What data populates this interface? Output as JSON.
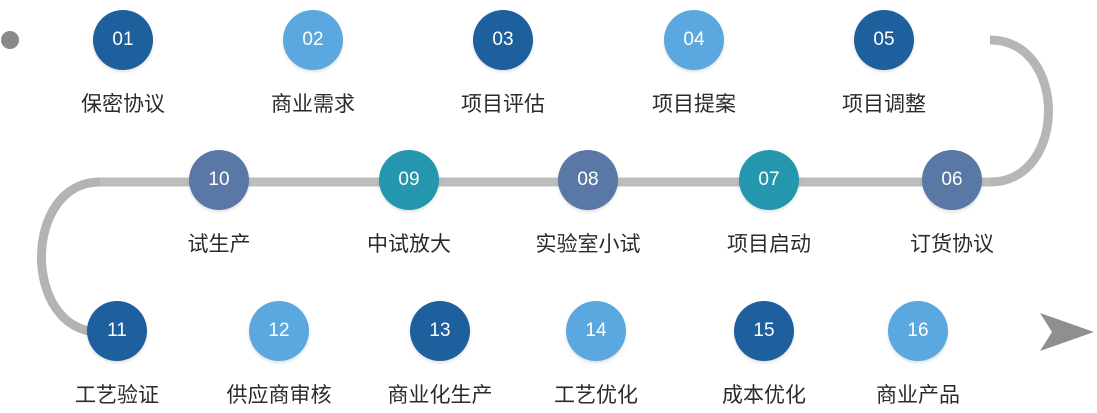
{
  "colors": {
    "line": "#b3b3b3",
    "line_dark": "#8a8a8a",
    "dark_blue": "#1e5f9e",
    "light_blue": "#5aa8df",
    "steel_blue": "#5a78a5",
    "teal": "#2496ae"
  },
  "steps": [
    {
      "number": "01",
      "label": "保密协议",
      "color": "#1e5f9e"
    },
    {
      "number": "02",
      "label": "商业需求",
      "color": "#5aa8df"
    },
    {
      "number": "03",
      "label": "项目评估",
      "color": "#1e5f9e"
    },
    {
      "number": "04",
      "label": "项目提案",
      "color": "#5aa8df"
    },
    {
      "number": "05",
      "label": "项目调整",
      "color": "#1e5f9e"
    },
    {
      "number": "06",
      "label": "订货协议",
      "color": "#5a78a5"
    },
    {
      "number": "07",
      "label": "项目启动",
      "color": "#2496ae"
    },
    {
      "number": "08",
      "label": "实验室小试",
      "color": "#5a78a5"
    },
    {
      "number": "09",
      "label": "中试放大",
      "color": "#2496ae"
    },
    {
      "number": "10",
      "label": "试生产",
      "color": "#5a78a5"
    },
    {
      "number": "11",
      "label": "工艺验证",
      "color": "#1e5f9e"
    },
    {
      "number": "12",
      "label": "供应商审核",
      "color": "#5aa8df"
    },
    {
      "number": "13",
      "label": "商业化生产",
      "color": "#1e5f9e"
    },
    {
      "number": "14",
      "label": "工艺优化",
      "color": "#5aa8df"
    },
    {
      "number": "15",
      "label": "成本优化",
      "color": "#1e5f9e"
    },
    {
      "number": "16",
      "label": "商业产品",
      "color": "#5aa8df"
    }
  ]
}
